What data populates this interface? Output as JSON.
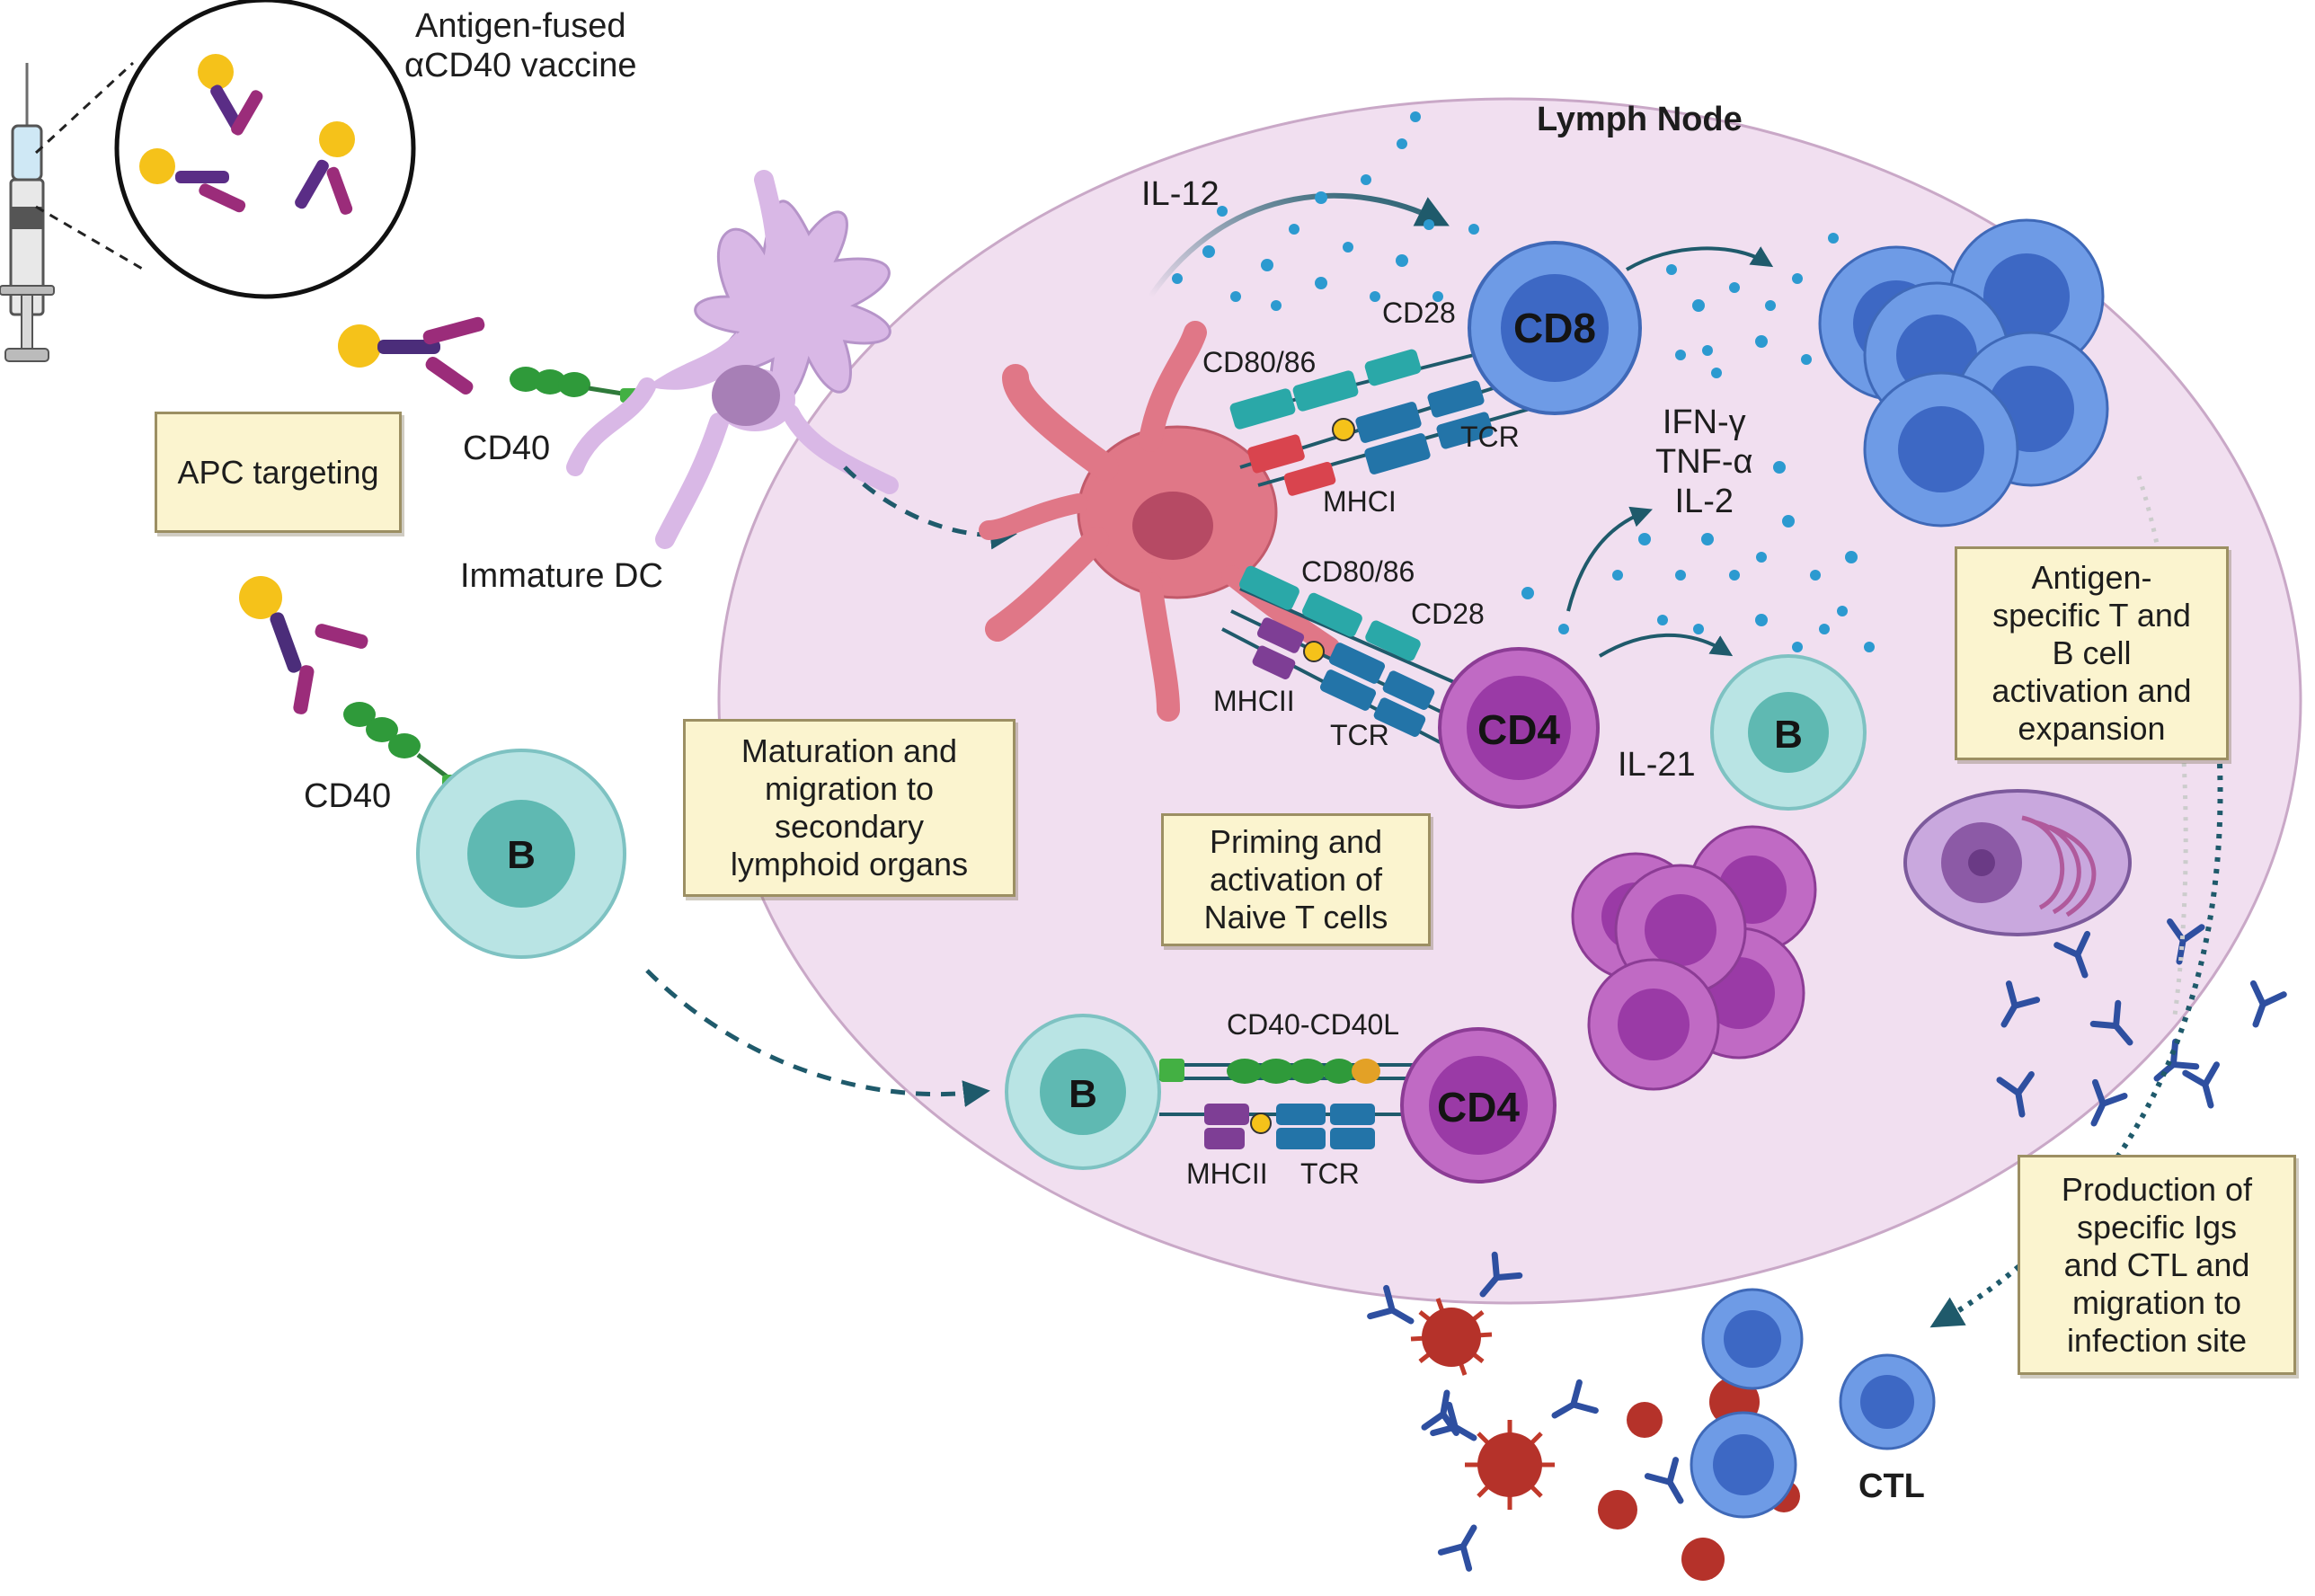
{
  "title": "Lymph Node",
  "vaccine_label": "Antigen-fused\nαCD40 vaccine",
  "receptor_labels": {
    "cd40_dc": "CD40",
    "cd40_b": "CD40",
    "immature_dc": "Immature DC",
    "il12": "IL-12",
    "cd28_top": "CD28",
    "cd80_86_top": "CD80/86",
    "tcr_top": "TCR",
    "mhci": "MHCI",
    "cytokines": "IFN-γ\nTNF-α\nIL-2",
    "cd80_86_bottom": "CD80/86",
    "cd28_bottom": "CD28",
    "mhcii_mid": "MHCII",
    "tcr_mid": "TCR",
    "il21": "IL-21",
    "cd40_cd40l": "CD40-CD40L",
    "mhcii_bottom": "MHCII",
    "tcr_bottom": "TCR",
    "ctl": "CTL"
  },
  "cell_names": {
    "cd8": "CD8",
    "cd4_mid": "CD4",
    "b_mid": "B",
    "b_left": "B",
    "b_bottom": "B",
    "cd4_bottom": "CD4"
  },
  "step_boxes": {
    "apc_targeting": "APC targeting",
    "maturation": "Maturation and\nmigration to\nsecondary\nlymphoid organs",
    "priming": "Priming and\nactivation of\nNaive T cells",
    "expansion": "Antigen-\nspecific T and\nB cell\nactivation and\nexpansion",
    "production": "Production of\nspecific Igs\nand CTL and\nmigration to\ninfection site"
  },
  "colors": {
    "lymph_node_fill": "#f1dff0",
    "dc_immature": "#d9b8e6",
    "dc_mature": "#e07787",
    "cd8_cell": "#6e9be6",
    "cd4_cell": "#c06ac4",
    "b_cell": "#b9e4e4",
    "virus": "#c0392b",
    "arrow": "#1f5a6b"
  }
}
